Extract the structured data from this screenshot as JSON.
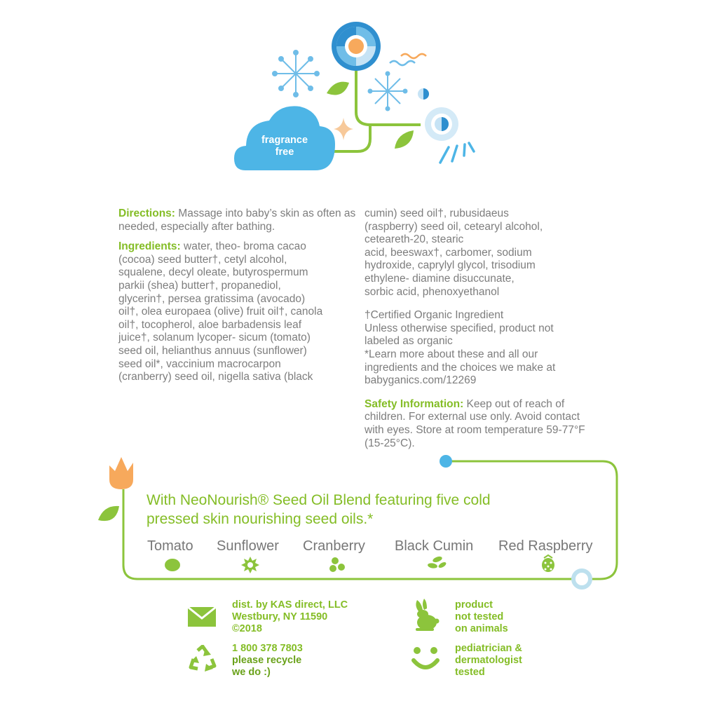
{
  "badge": {
    "line1": "fragrance",
    "line2": "free"
  },
  "directions": {
    "label": "Directions:",
    "text": "Massage into baby’s skin as often as needed, especially after bathing."
  },
  "ingredients": {
    "label": "Ingredients:",
    "lines": [
      " water, theo- broma cacao",
      "(cocoa) seed butter†, cetyl alcohol,",
      "squalene, decyl oleate, butyrospermum",
      "parkii (shea) butter†, propanediol,",
      "glycerin†, persea gratissima (avocado)",
      "oil†, olea europaea (olive) fruit oil†, canola",
      "oil†, tocopherol, aloe barbadensis leaf",
      "juice†, solanum lycoper- sicum (tomato)",
      "seed oil, helianthus annuus (sunflower)",
      "seed oil*, vaccinium macrocarpon",
      "(cranberry) seed oil, nigella sativa (black"
    ],
    "continued": [
      "cumin) seed oil†, rubusidaeus",
      "(raspberry) seed oil, cetearyl alcohol,",
      "ceteareth-20, stearic",
      "acid, beeswax†, carbomer, sodium",
      "hydroxide, caprylyl glycol, trisodium",
      "ethylene- diamine disuccunate,",
      "sorbic acid, phenoxyethanol"
    ]
  },
  "notes": [
    "†Certified Organic Ingredient",
    "Unless otherwise specified, product not",
    "labeled as organic",
    "*Learn more about these and all our",
    "ingredients and the choices we make at",
    "babyganics.com/12269"
  ],
  "safety": {
    "label": "Safety Information:",
    "lines": [
      " Keep out of reach of",
      "children. For external use only. Avoid contact",
      "with eyes. Store at room temperature 59-77°F",
      "(15-25°C)."
    ]
  },
  "blend": {
    "line1": "With NeoNourish® Seed Oil Blend featuring five cold",
    "line2": "pressed skin nourishing seed oils.*",
    "oils": [
      "Tomato",
      "Sunflower",
      "Cranberry",
      "Black Cumin",
      "Red Raspberry"
    ]
  },
  "footer": {
    "distributor": [
      "dist. by KAS direct, LLC",
      "Westbury, NY 11590",
      "©2018"
    ],
    "recycle": [
      "1 800 378 7803",
      "please recycle",
      "we do :)"
    ],
    "animals": [
      "product",
      "not tested",
      "on animals"
    ],
    "tested": [
      "pediatrician &",
      "dermatologist",
      "tested"
    ]
  },
  "colors": {
    "green": "#84bd26",
    "blue": "#4db5e6",
    "orange": "#f7a95c",
    "text": "#7d7d7d"
  }
}
